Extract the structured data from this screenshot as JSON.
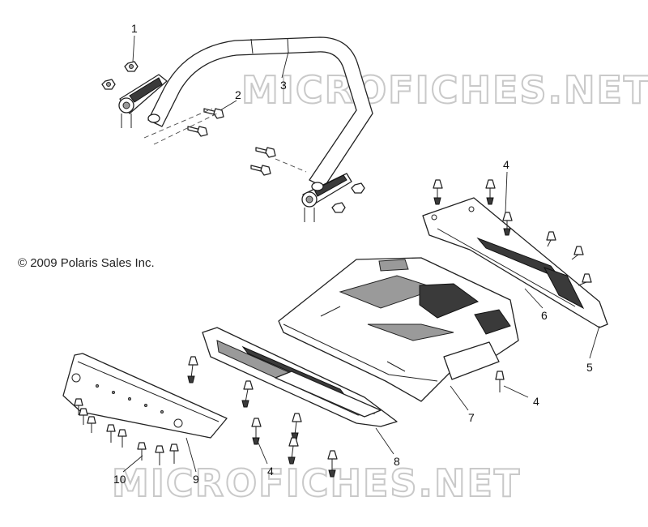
{
  "copyright": "© 2009 Polaris Sales Inc.",
  "watermark": "MICROFICHES.NET",
  "callouts": {
    "c1": "1",
    "c2": "2",
    "c3": "3",
    "c4a": "4",
    "c4b": "4",
    "c4c": "4",
    "c5": "5",
    "c6": "6",
    "c7": "7",
    "c8": "8",
    "c9": "9",
    "c10": "10"
  },
  "colors": {
    "line": "#222222",
    "watermark": "#c9c9c9",
    "background": "#ffffff"
  }
}
